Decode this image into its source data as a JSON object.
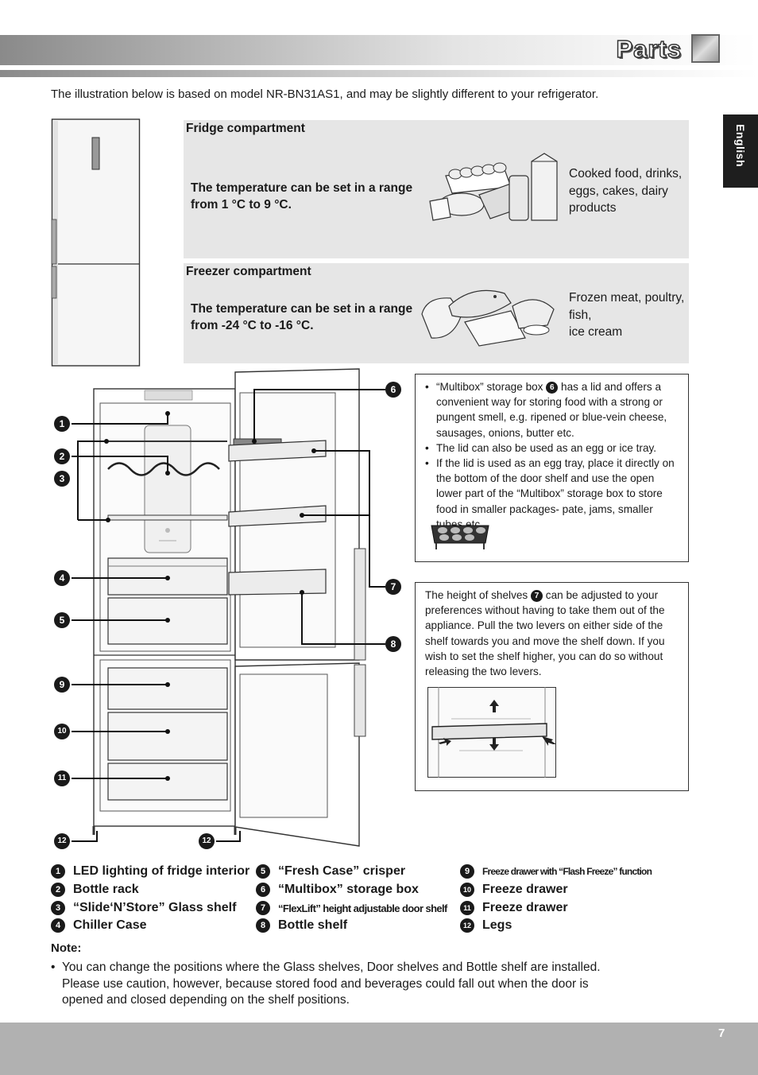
{
  "header": {
    "title": "Parts"
  },
  "side_tab": {
    "label": "English"
  },
  "intro": "The illustration below is based on model NR-BN31AS1, and may be slightly different to your refrigerator.",
  "fridge_panel": {
    "title": "Fridge compartment",
    "temperature": "The temperature can be set in a range from 1 °C to 9 °C.",
    "foods": "Cooked food, drinks, eggs, cakes, dairy products"
  },
  "freezer_panel": {
    "title": "Freezer compartment",
    "temperature": "The temperature can be set in a range from -24 °C to -16 °C.",
    "foods_line1": "Frozen meat, poultry, fish,",
    "foods_line2": "ice cream"
  },
  "multibox_info": {
    "b1_pre": "“Multibox” storage box",
    "b1_num": "6",
    "b1_post": "has a lid and offers a convenient way for storing food with a strong or pungent smell, e.g. ripened or blue-vein cheese, sausages, onions, butter etc.",
    "b2": "The lid can also be used as an egg or ice tray.",
    "b3": "If the lid is used as an egg tray, place it directly on the bottom of the door shelf and use the open lower part of the “Multibox” storage box to store food in smaller packages- pate, jams, smaller tubes etc."
  },
  "shelf_info": {
    "pre": "The height of shelves",
    "num": "7",
    "post": "can be adjusted to your preferences without having to take them out of the appliance. Pull the two levers on either side of the shelf towards you and move the shelf down. If you wish to set the shelf higher, you can do so without releasing the two levers."
  },
  "markers": [
    "1",
    "2",
    "3",
    "4",
    "5",
    "6",
    "7",
    "8",
    "9",
    "10",
    "11",
    "12",
    "12"
  ],
  "legend": [
    {
      "num": "1",
      "label": "LED lighting of fridge interior"
    },
    {
      "num": "2",
      "label": "Bottle rack"
    },
    {
      "num": "3",
      "label": "“Slide‘N’Store” Glass shelf"
    },
    {
      "num": "4",
      "label": "Chiller Case"
    },
    {
      "num": "5",
      "label": "“Fresh Case” crisper"
    },
    {
      "num": "6",
      "label": "“Multibox” storage box"
    },
    {
      "num": "7",
      "label": "“FlexLift” height adjustable door shelf"
    },
    {
      "num": "8",
      "label": "Bottle shelf"
    },
    {
      "num": "9",
      "label": "Freeze drawer with “Flash Freeze” function"
    },
    {
      "num": "10",
      "label": "Freeze drawer"
    },
    {
      "num": "11",
      "label": "Freeze drawer"
    },
    {
      "num": "12",
      "label": "Legs"
    }
  ],
  "note": {
    "title": "Note:",
    "body": "You can change the positions where the Glass shelves, Door shelves and Bottle shelf are installed. Please use caution, however, because stored food and beverages could fall out when the door is opened and closed depending on the shelf positions."
  },
  "page_number": "7"
}
